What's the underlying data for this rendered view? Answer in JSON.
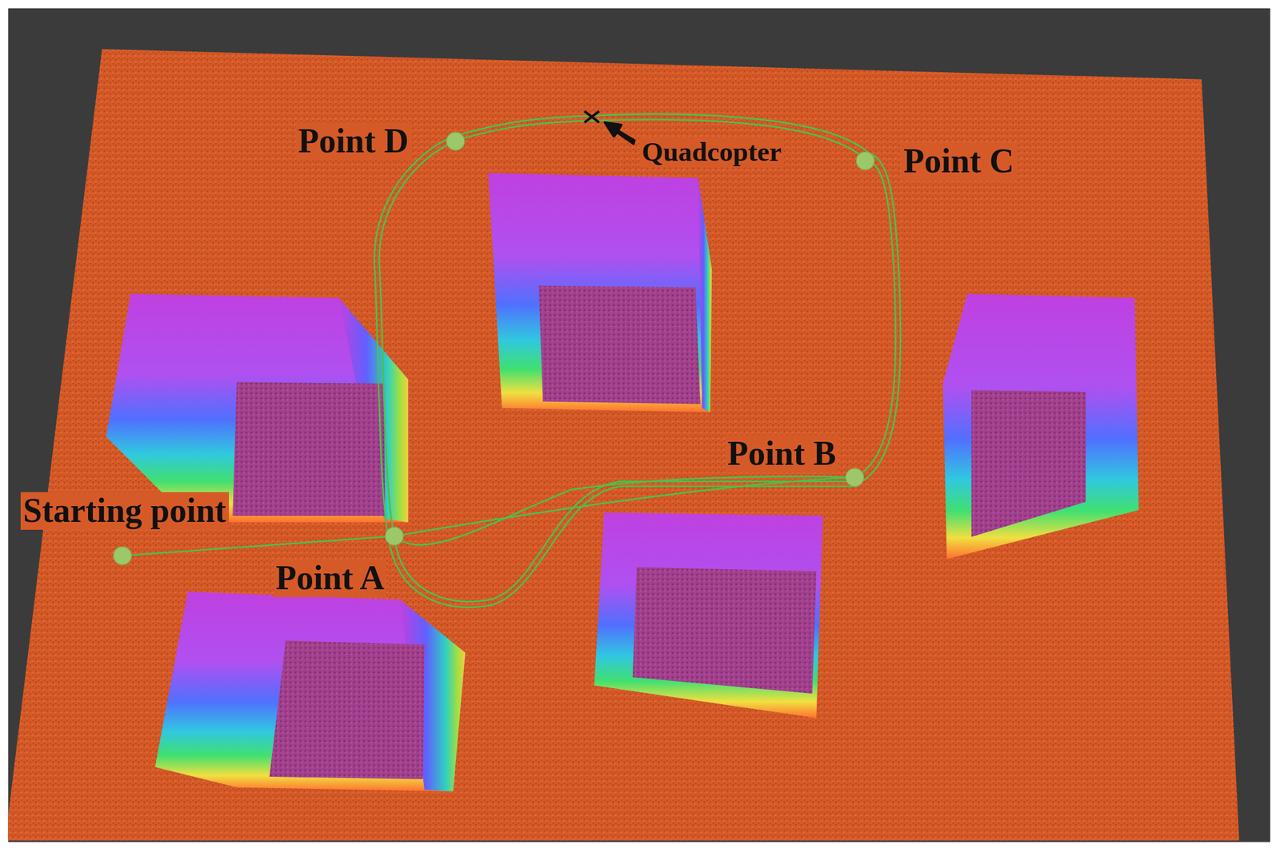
{
  "diagram": {
    "labels": [
      "Point D",
      "Quadcopter",
      "Point C",
      "Point B",
      "Starting point",
      "Point A"
    ]
  }
}
